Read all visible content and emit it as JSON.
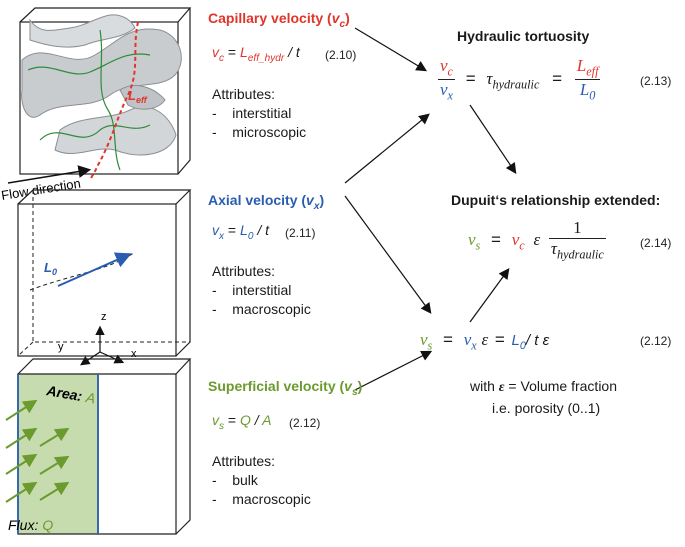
{
  "cubes": {
    "flow_direction": "Flow direction",
    "leff_label": "L",
    "leff_sub": "eff",
    "l0_label": "L",
    "l0_sub": "0",
    "axis_x": "x",
    "axis_y": "y",
    "axis_z": "z",
    "area_label": "Area:",
    "area_symbol": "A",
    "flux_label": "Flux:",
    "flux_symbol": "Q"
  },
  "capillary": {
    "title": "Capillary velocity (",
    "sym": "v",
    "sub": "c",
    "close": ")",
    "eq_lhs": "v",
    "eq_lhs_sub": "c",
    "eq_eq": " = ",
    "eq_rhs": "L",
    "eq_rhs_sub": "eff_hydr",
    "eq_tail": "/ t",
    "eq_num": "(2.10)",
    "attributes_label": "Attributes:",
    "attributes": [
      "interstitial",
      "microscopic"
    ]
  },
  "axial": {
    "title": "Axial velocity (",
    "sym": "v",
    "sub": "x",
    "close": ")",
    "eq_lhs": "v",
    "eq_lhs_sub": "x",
    "eq_eq": " = ",
    "eq_rhs": "L",
    "eq_rhs_sub": "0",
    "eq_tail": "/ t",
    "eq_num": "(2.11)",
    "attributes_label": "Attributes:",
    "attributes": [
      "interstitial",
      "macroscopic"
    ]
  },
  "superficial": {
    "title": "Superficial velocity (",
    "sym": "v",
    "sub": "s",
    "close": ")",
    "eq_lhs": "v",
    "eq_lhs_sub": "s",
    "eq_eq": " = ",
    "eq_q": "Q",
    "eq_slash": " / ",
    "eq_a": "A",
    "eq_num": "(2.12)",
    "attributes_label": "Attributes:",
    "attributes": [
      "bulk",
      "macroscopic"
    ]
  },
  "tortuosity": {
    "title": "Hydraulic tortuosity",
    "num_v": "v",
    "num_sub": "c",
    "den_v": "v",
    "den_sub": "x",
    "eq1": "=",
    "tau": "τ",
    "tau_sub": "hydraulic",
    "eq2": "=",
    "num_L": "L",
    "num_L_sub": "eff",
    "den_L": "L",
    "den_L_sub": "0",
    "eq_num": "(2.13)"
  },
  "dupuit": {
    "title": "Dupuit‘s relationship extended:",
    "vs": "v",
    "vs_sub": "s",
    "eq": "=",
    "vc": "v",
    "vc_sub": "c",
    "eps": "ε",
    "one": "1",
    "tau": "τ",
    "tau_sub": "hydraulic",
    "eq_num": "(2.14)"
  },
  "eq212": {
    "vs": "v",
    "vs_sub": "s",
    "eq1": "=",
    "vx": "v",
    "vx_sub": "x",
    "eps1": "ε",
    "eq2": "=",
    "L": "L",
    "L_sub": "0",
    "tail": "/ t ε",
    "eq_num": "(2.12)",
    "with": "with ",
    "eps_bold": "ε",
    "vf": " = Volume fraction",
    "porosity": "i.e. porosity (0..1)"
  },
  "colors": {
    "red": "#e0352b",
    "blue": "#2a5db0",
    "green": "#6b9a2e",
    "green_fill": "#c7dcae"
  }
}
